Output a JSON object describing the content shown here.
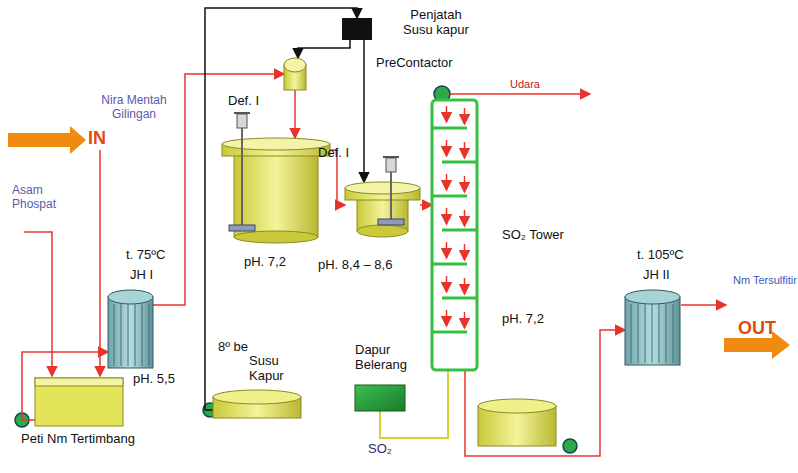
{
  "diagram": {
    "nodes": [
      {
        "text": [
          "Peti Nm Tertimbang",
          "pH. 5,5"
        ]
      },
      {
        "text": [
          "t. 75ºC",
          "JH I"
        ]
      },
      {
        "text": [
          "Penjatah Susu kapur"
        ]
      },
      {
        "text": [
          "PreContactor"
        ]
      },
      {
        "text": [
          "Def. I",
          "pH. 7,2"
        ]
      },
      {
        "text": [
          "Def. I",
          "pH. 8,4 – 8,6"
        ]
      },
      {
        "text": [
          "SO₂ Tower",
          "pH. 7,2"
        ]
      },
      {
        "text": [
          "8º be",
          "Susu Kapur"
        ]
      },
      {
        "text": [
          "Dapur Belerang"
        ]
      },
      {
        "text": [
          "t. 105ºC",
          "JH II"
        ]
      }
    ],
    "edges": [
      {
        "from": 0,
        "to": 1,
        "arrow": "to"
      },
      {
        "from": 1,
        "to": 3,
        "arrow": "to"
      },
      {
        "from": 2,
        "to": 3,
        "arrow": "to"
      },
      {
        "from": 3,
        "to": 4,
        "arrow": "to"
      },
      {
        "from": 4,
        "to": 5,
        "arrow": "to"
      },
      {
        "from": 2,
        "to": 5,
        "arrow": "to"
      },
      {
        "from": 5,
        "to": 6,
        "arrow": "to"
      },
      {
        "from": 7,
        "to": 2,
        "arrow": "to"
      },
      {
        "from": 8,
        "to": 6,
        "label": "SO₂",
        "arrow": "none"
      },
      {
        "from": 6,
        "to": 9,
        "arrow": "to"
      }
    ],
    "labels": [
      "Nira Mentah Gilingan",
      "IN",
      "Asam Phospat",
      "Udara",
      "Nm Tersulfitir",
      "OUT"
    ]
  }
}
